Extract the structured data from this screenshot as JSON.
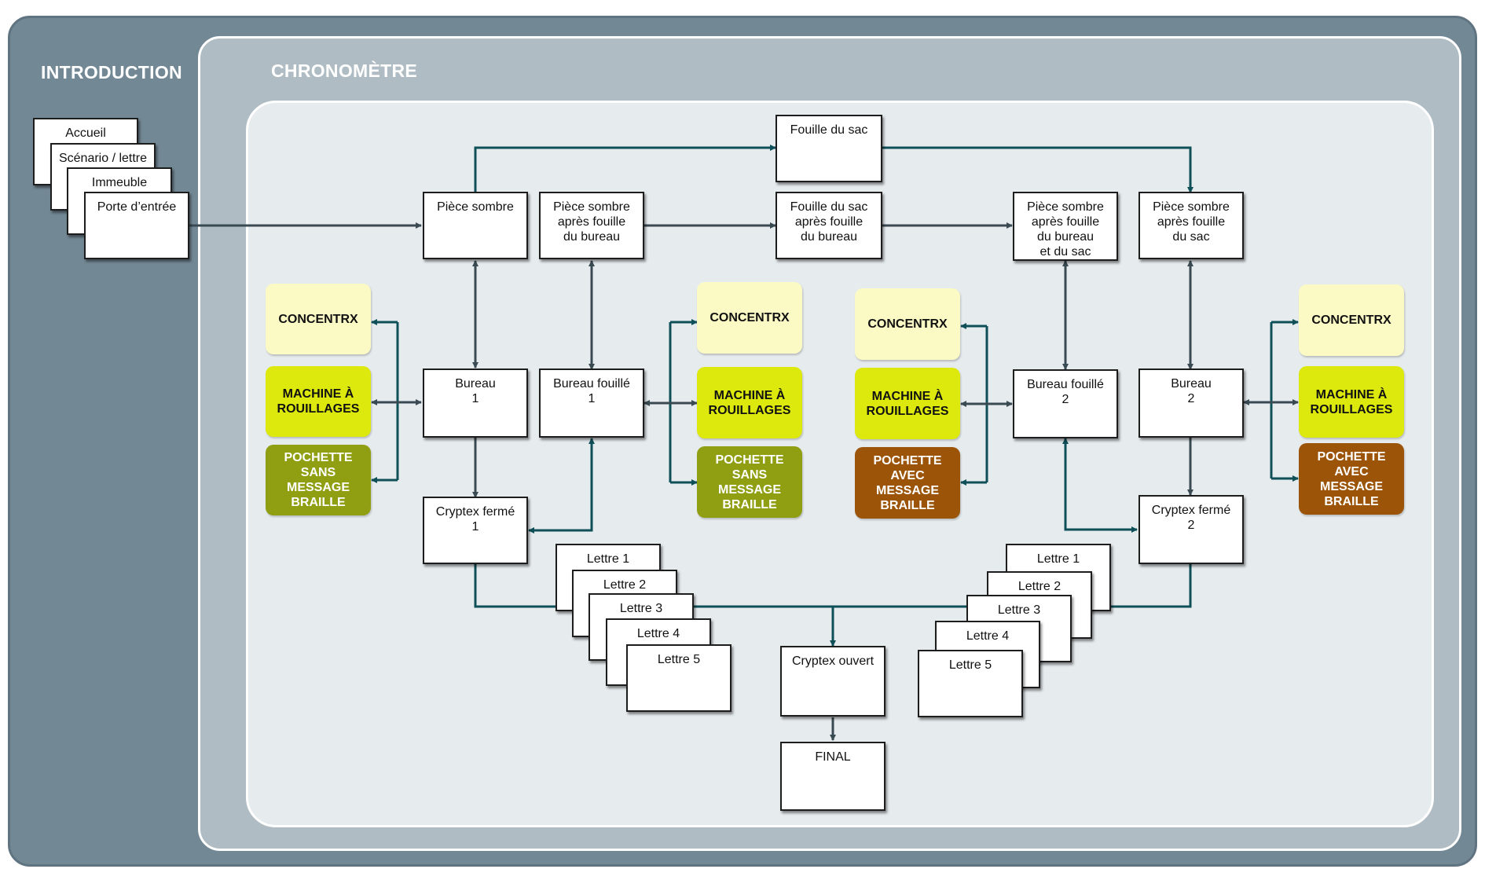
{
  "sections": {
    "introduction": "INTRODUCTION",
    "chronometre": "CHRONOMÈTRE"
  },
  "intro_cards": [
    "Accueil",
    "Scénario / lettre",
    "Immeuble",
    "Porte d’entrée"
  ],
  "rooms": {
    "piece_sombre": "Pièce sombre",
    "piece_sombre_bureau": "Pièce sombre\naprès fouille\ndu bureau",
    "fouille_sac_top": "Fouille du sac",
    "fouille_sac_bureau": "Fouille du sac\naprès fouille\ndu bureau",
    "piece_sombre_bureau_sac": "Pièce sombre\naprès fouille\ndu bureau\net du sac",
    "piece_sombre_sac": "Pièce sombre\naprès fouille\ndu sac",
    "bureau1": "Bureau\n1",
    "bureau_fouille1": "Bureau fouillé\n1",
    "bureau_fouille2": "Bureau fouillé\n2",
    "bureau2": "Bureau\n2",
    "cryptex_ferme1": "Cryptex fermé\n1",
    "cryptex_ferme2": "Cryptex fermé\n2",
    "cryptex_ouvert": "Cryptex ouvert",
    "final": "FINAL"
  },
  "lettres": [
    "Lettre 1",
    "Lettre 2",
    "Lettre 3",
    "Lettre 4",
    "Lettre 5"
  ],
  "objects": {
    "concentrx": "CONCENTRX",
    "machine": "MACHINE À\nROUILLAGES",
    "pochette_sans": "POCHETTE\nSANS\nMESSAGE\nBRAILLE",
    "pochette_avec": "POCHETTE\nAVEC\nMESSAGE\nBRAILLE"
  },
  "colors": {
    "frame_outer": "#738895",
    "frame_mid": "#afbcc3",
    "frame_inner": "#e6ebee",
    "connector_teal": "#0f4f58",
    "connector_gray": "#3a4a52",
    "concentrx": "#fbf9c4",
    "machine": "#dde90d",
    "pochette_sans": "#909f12",
    "pochette_avec": "#9c5508"
  }
}
